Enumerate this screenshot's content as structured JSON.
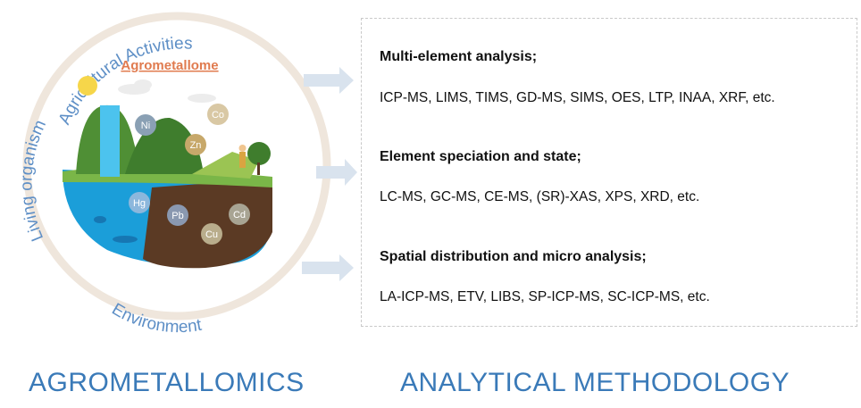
{
  "left": {
    "ring_labels": {
      "top": "Agricultural Activities",
      "left": "Living organism",
      "bottom": "Environment"
    },
    "center_label": "Agrometallome",
    "elements": [
      "Ni",
      "Co",
      "Zn",
      "Hg",
      "Pb",
      "Cd",
      "Cu"
    ],
    "footer": "AGROMETALLOMICS"
  },
  "right": {
    "sections": [
      {
        "title": "Multi-element analysis;",
        "body": "ICP-MS, LIMS, TIMS, GD-MS, SIMS, OES,  LTP, INAA, XRF, etc."
      },
      {
        "title": "Element speciation and state;",
        "body": "LC-MS, GC-MS,  CE-MS, (SR)-XAS, XPS, XRD, etc."
      },
      {
        "title": "Spatial distribution and micro analysis;",
        "body": "LA-ICP-MS, ETV, LIBS, SP-ICP-MS, SC-ICP-MS, etc."
      }
    ],
    "footer": "ANALYTICAL METHODOLOGY"
  },
  "colors": {
    "ring": "#efe6dc",
    "ring_text": "#5e8fc6",
    "footer": "#3a7ab8",
    "accent_center": "#e07b4f",
    "arrow": "#d9e3ee"
  }
}
